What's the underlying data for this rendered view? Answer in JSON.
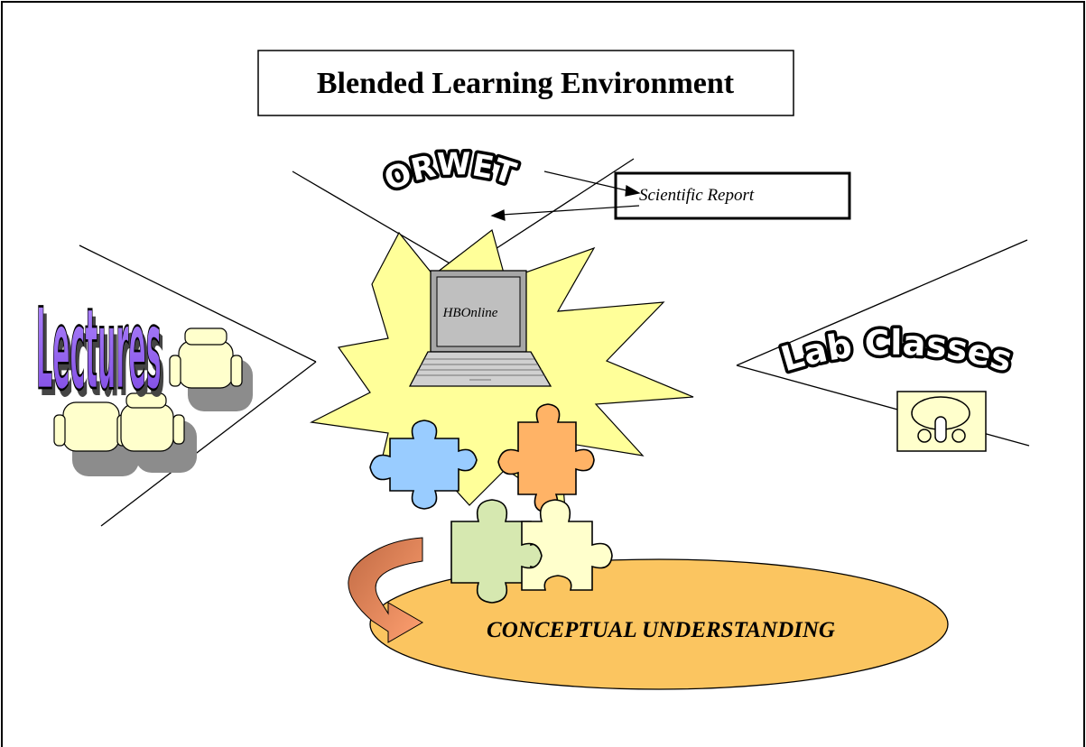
{
  "title": "Blended Learning Environment",
  "labels": {
    "orwet": "ORWET",
    "scientific_report": "Scientific Report",
    "hbonline": "HBOnline",
    "lectures": "Lectures",
    "lab_classes": "Lab Classes",
    "conceptual_understanding": "CONCEPTUAL UNDERSTANDING"
  },
  "colors": {
    "starburst_fill": "#ffff99",
    "ellipse_fill": "#fbc560",
    "lectures_fill": "#9966ff",
    "puzzle_blue": "#99ccff",
    "puzzle_orange": "#ffb366",
    "puzzle_green": "#d6e8b0",
    "puzzle_cream": "#ffffcc",
    "chair_fill": "#ffffcc",
    "arrow_start": "#c06a44",
    "arrow_end": "#ffa070"
  }
}
